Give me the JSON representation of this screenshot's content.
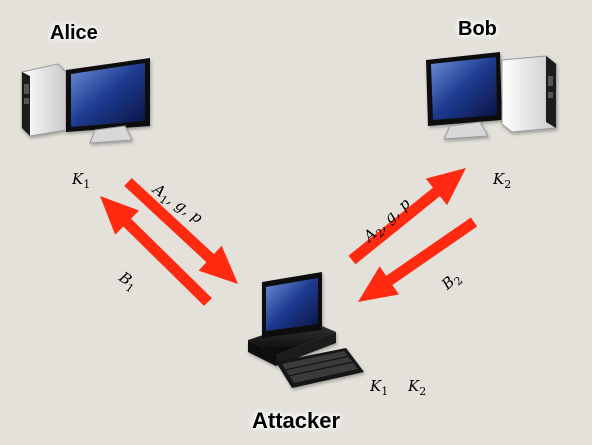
{
  "nodes": {
    "alice": {
      "label": "Alice"
    },
    "bob": {
      "label": "Bob"
    },
    "attacker": {
      "label": "Attacker"
    }
  },
  "keys": {
    "alice_key": {
      "sym": "K",
      "sub": "1"
    },
    "bob_key": {
      "sym": "K",
      "sub": "2"
    },
    "attacker_key1": {
      "sym": "K",
      "sub": "1"
    },
    "attacker_key2": {
      "sym": "K",
      "sub": "2"
    }
  },
  "messages": {
    "alice_to_attacker": {
      "sym": "A",
      "sub": "1",
      "rest": ", g, p"
    },
    "attacker_to_alice": {
      "sym": "B",
      "sub": "1"
    },
    "attacker_to_bob": {
      "sym": "A",
      "sub": "2",
      "rest": ", g, p"
    },
    "bob_to_attacker": {
      "sym": "B",
      "sub": "2"
    }
  },
  "colors": {
    "arrow": "#ff2a10",
    "background": "#e3e1da"
  },
  "icons": [
    "desktop-computer-icon",
    "desktop-computer-icon",
    "workstation-computer-icon"
  ]
}
